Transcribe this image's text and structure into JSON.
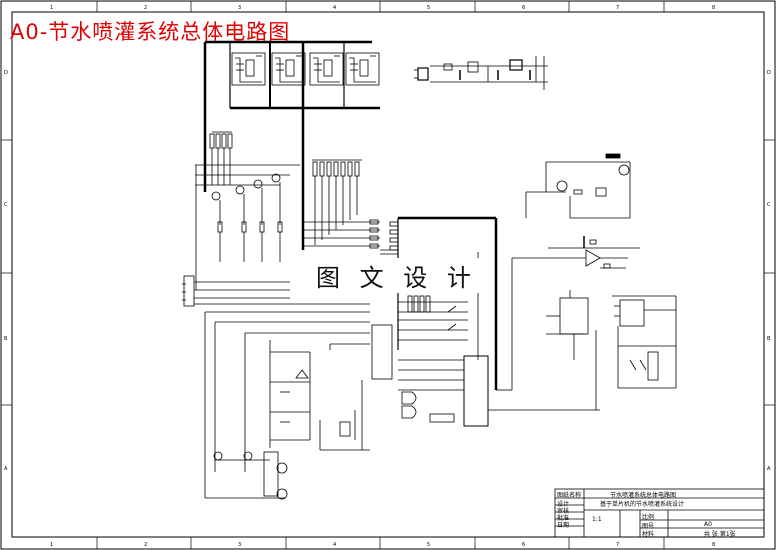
{
  "drawing": {
    "title": "A0-节水喷灌系统总体电路图",
    "watermark": "图 文 设 计",
    "columns": [
      "1",
      "2",
      "3",
      "4",
      "5",
      "6",
      "7",
      "8"
    ],
    "rows": [
      "D",
      "C",
      "B",
      "A"
    ]
  },
  "title_block": {
    "project_line1": "节水喷灌系统总体电路图",
    "project_line2": "基于单片机的节水喷灌系统设计",
    "scale": "1:1",
    "size": "A0",
    "sheet": "共 张 第1张",
    "left_labels": [
      "图纸名称",
      "设计",
      "审核",
      "批准",
      "日期"
    ],
    "mid_labels": [
      "比例",
      "图号",
      "材料"
    ]
  },
  "colors": {
    "title": "#e00000",
    "ink": "#000000",
    "paper": "#ffffff"
  }
}
